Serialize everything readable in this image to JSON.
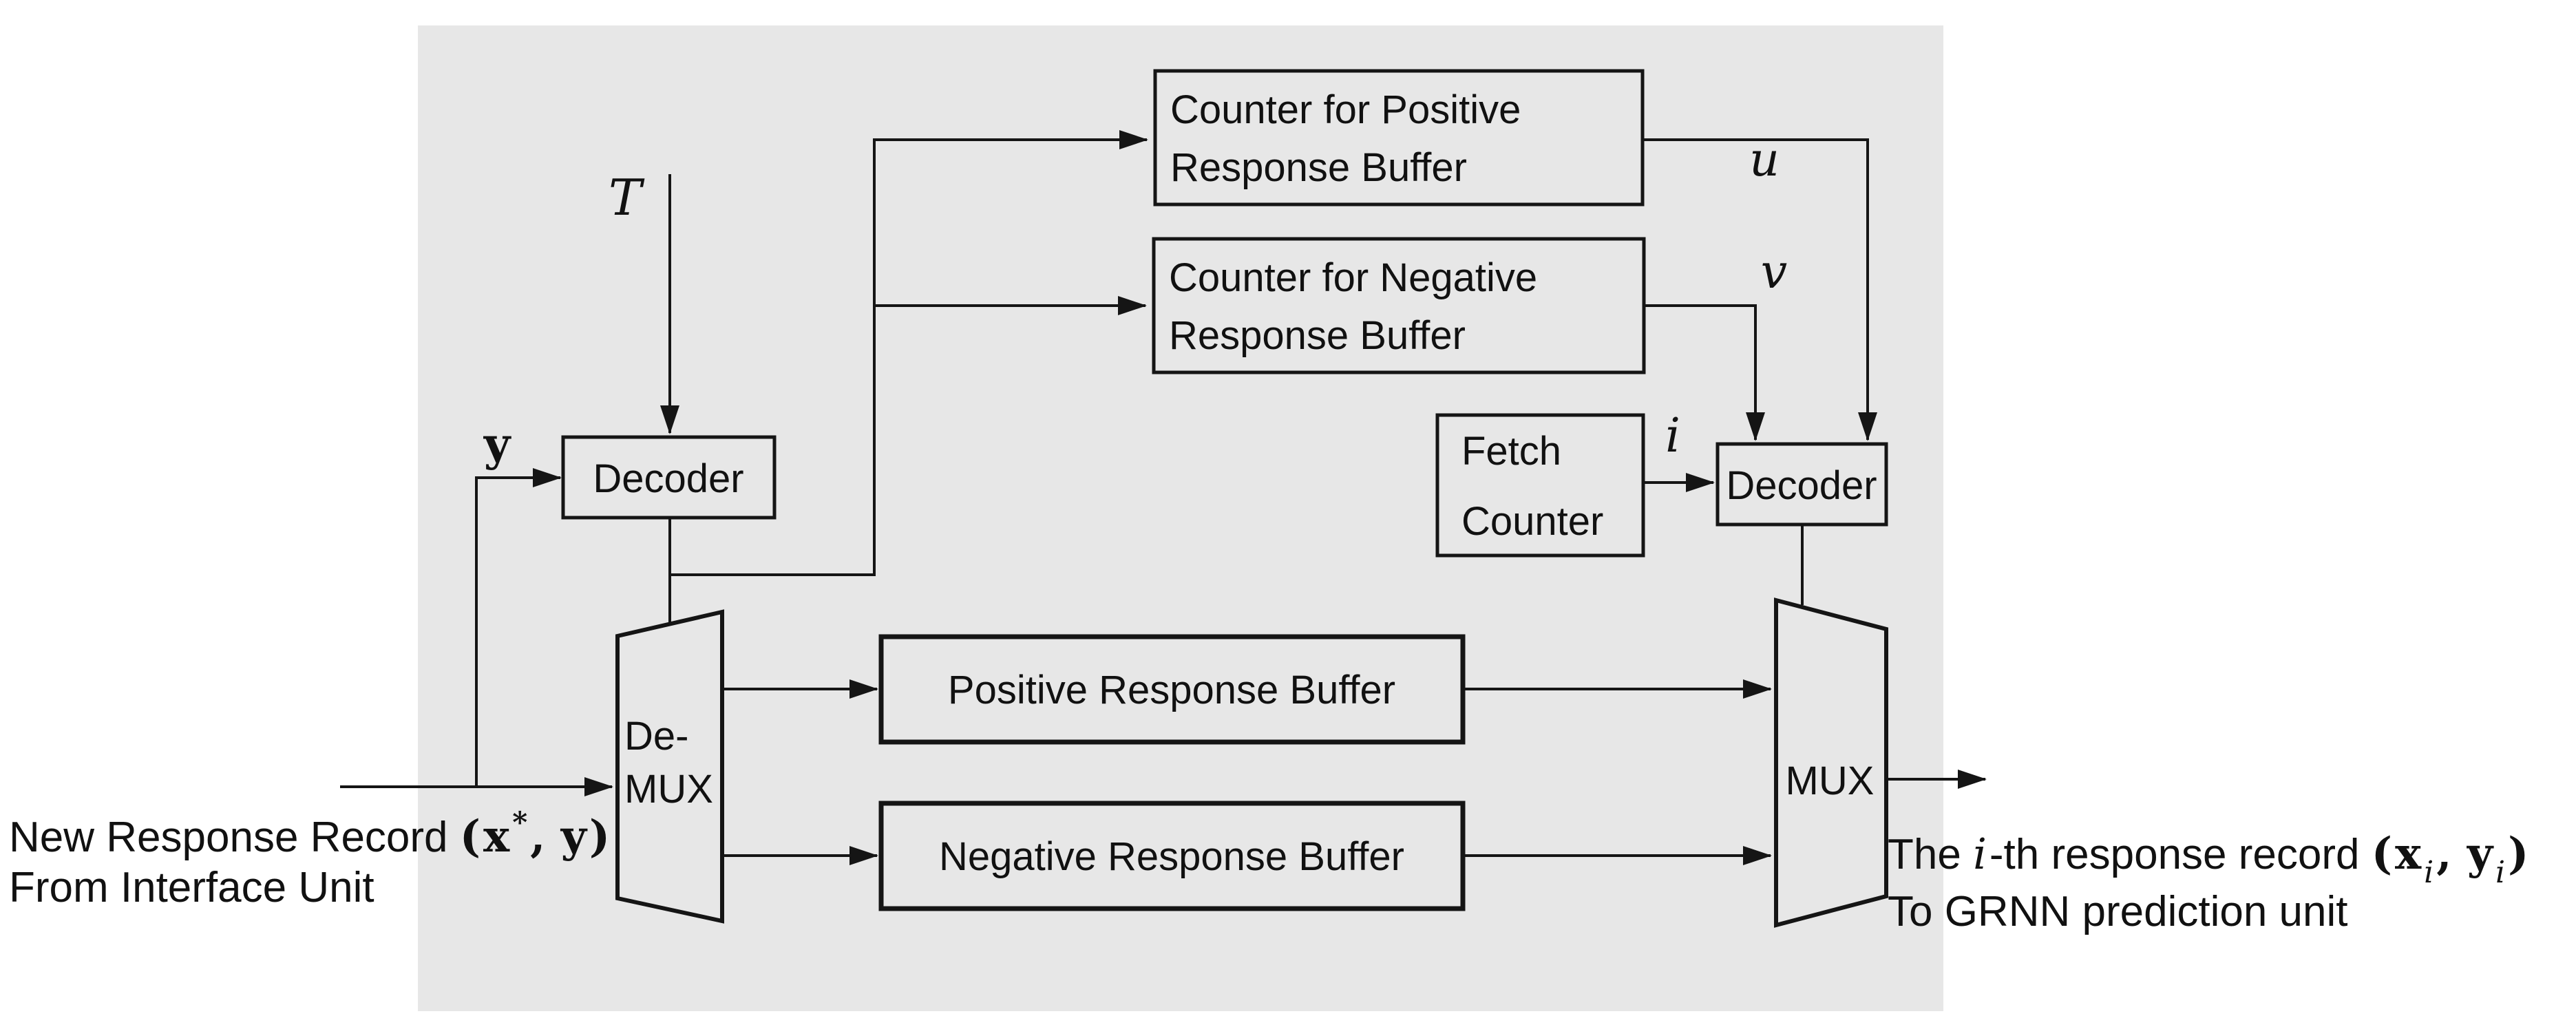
{
  "diagram": {
    "colors": {
      "background": "#ffffff",
      "panel": "#e7e7e7",
      "stroke": "#151515",
      "text": "#111111"
    },
    "blocks": {
      "counter_positive": {
        "line1": "Counter for Positive",
        "line2": "Response Buffer"
      },
      "counter_negative": {
        "line1": "Counter for Negative",
        "line2": "Response Buffer"
      },
      "decoder_left": {
        "label": "Decoder"
      },
      "decoder_right": {
        "label": "Decoder"
      },
      "fetch_counter": {
        "line1": "Fetch",
        "line2": "Counter"
      },
      "demux": {
        "line1": "De-",
        "line2": "MUX"
      },
      "mux": {
        "label": "MUX"
      },
      "buffer_positive": {
        "label": "Positive Response Buffer"
      },
      "buffer_negative": {
        "label": "Negative Response Buffer"
      }
    },
    "signals": {
      "threshold": "T",
      "y_input": "y",
      "u_count": "u",
      "v_count": "v",
      "fetch_index": "i"
    },
    "io_left": {
      "line1_text": "New Response Record ",
      "math_open": "(",
      "math_x": "x",
      "math_star": "*",
      "math_comma": ",  ",
      "math_y": "y",
      "math_close": ")",
      "line2_text": "From Interface Unit"
    },
    "io_right": {
      "line1_prefix": "The ",
      "line1_i": "i",
      "line1_suffix": "-th response record ",
      "math_open": "(",
      "math_x": "x",
      "math_sub1": "i",
      "math_comma": ", ",
      "math_y": "y",
      "math_sub2": "i",
      "math_close": ")",
      "line2_text": "To GRNN prediction unit"
    }
  }
}
